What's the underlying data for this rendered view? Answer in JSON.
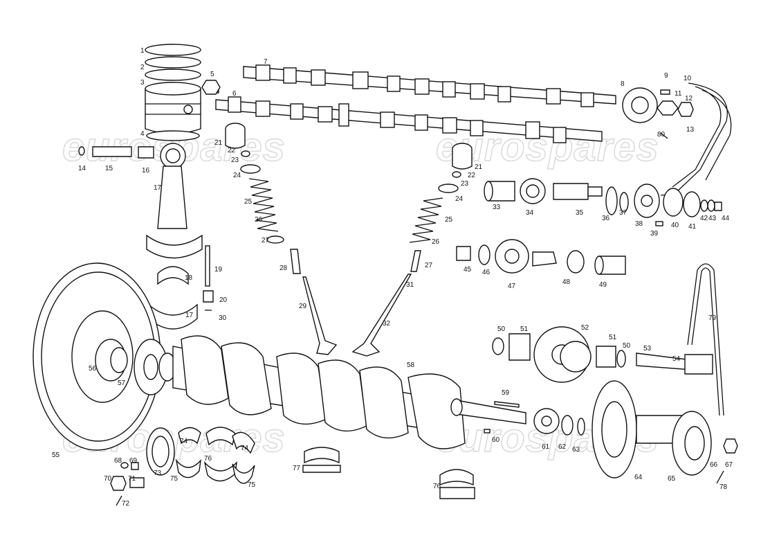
{
  "watermark": "eurospares",
  "callouts": [
    "1",
    "2",
    "3",
    "4",
    "5",
    "6",
    "7",
    "8",
    "9",
    "10",
    "11",
    "12",
    "13",
    "14",
    "15",
    "16",
    "17",
    "18",
    "19",
    "20",
    "21",
    "22",
    "23",
    "24",
    "25",
    "26",
    "27",
    "28",
    "29",
    "30",
    "31",
    "32",
    "33",
    "34",
    "35",
    "36",
    "37",
    "38",
    "39",
    "40",
    "41",
    "42",
    "43",
    "44",
    "45",
    "46",
    "47",
    "48",
    "49",
    "50",
    "51",
    "52",
    "53",
    "54",
    "55",
    "56",
    "57",
    "58",
    "59",
    "60",
    "61",
    "62",
    "63",
    "64",
    "65",
    "66",
    "67",
    "68",
    "69",
    "70",
    "71",
    "72",
    "73",
    "74",
    "75",
    "76",
    "77",
    "78",
    "79",
    "80"
  ],
  "duplicate_callouts": [
    "17",
    "21",
    "22",
    "23",
    "24",
    "25",
    "26",
    "27",
    "50",
    "51",
    "74",
    "75",
    "76"
  ]
}
